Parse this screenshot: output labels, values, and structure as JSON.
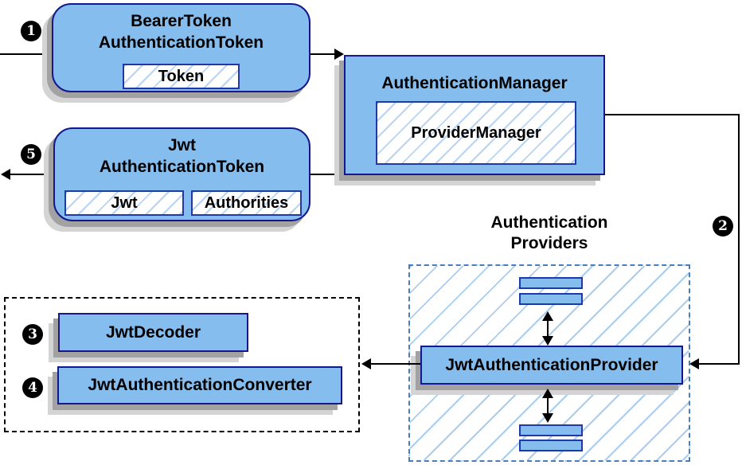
{
  "diagram_title": "JWT authentication architecture flow",
  "steps": {
    "s1": "1",
    "s2": "2",
    "s3": "3",
    "s4": "4",
    "s5": "5"
  },
  "nodes": {
    "bearer_token": {
      "title_line1": "BearerToken",
      "title_line2": "AuthenticationToken",
      "field_token": "Token"
    },
    "authentication_manager": {
      "title": "AuthenticationManager",
      "field_provider_manager": "ProviderManager"
    },
    "jwt_authentication_token": {
      "title_line1": "Jwt",
      "title_line2": "AuthenticationToken",
      "field_jwt": "Jwt",
      "field_authorities": "Authorities"
    },
    "authentication_providers": {
      "label_line1": "Authentication",
      "label_line2": "Providers"
    },
    "jwt_authentication_provider": {
      "title": "JwtAuthenticationProvider"
    },
    "jwt_decoder": {
      "title": "JwtDecoder"
    },
    "jwt_authentication_converter": {
      "title": "JwtAuthenticationConverter"
    }
  },
  "colors": {
    "node_fill": "#85BDEE",
    "node_border": "#15188C",
    "inner_border": "#1F3AA8",
    "hatch_line": "#A9CDF0",
    "dashed_blue_border": "#4A7DBE",
    "shadow": "#A2A2A2",
    "arrow": "#000000",
    "badge_bg": "#000000",
    "badge_text": "#FFFFFF"
  }
}
